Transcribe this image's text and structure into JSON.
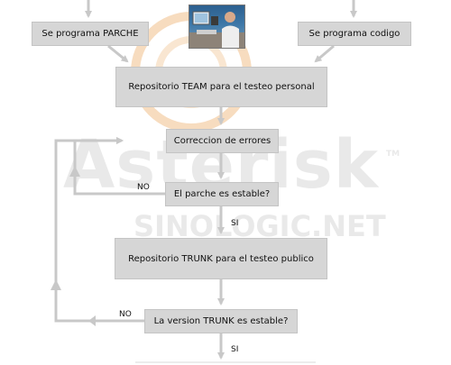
{
  "boxes": {
    "parche": "Se programa PARCHE",
    "codigo": "Se programa codigo",
    "team": "Repositorio TEAM para el testeo personal",
    "correccion": "Correccion de errores",
    "parche_estable": "El parche es estable?",
    "trunk": "Repositorio TRUNK para el testeo publico",
    "version_estable": "La version TRUNK es estable?"
  },
  "labels": {
    "no_1": "NO",
    "si_1": "SI",
    "no_2": "NO",
    "si_2": "SI"
  },
  "watermark": {
    "brand": "Asterisk",
    "tm": "TM",
    "site": "SINOLOGIC.NET"
  },
  "colors": {
    "box": "#d6d6d6",
    "arrow": "#c8c8c8",
    "watermark_text": "#e9e9e9",
    "watermark_logo": "#f7dcbf"
  }
}
